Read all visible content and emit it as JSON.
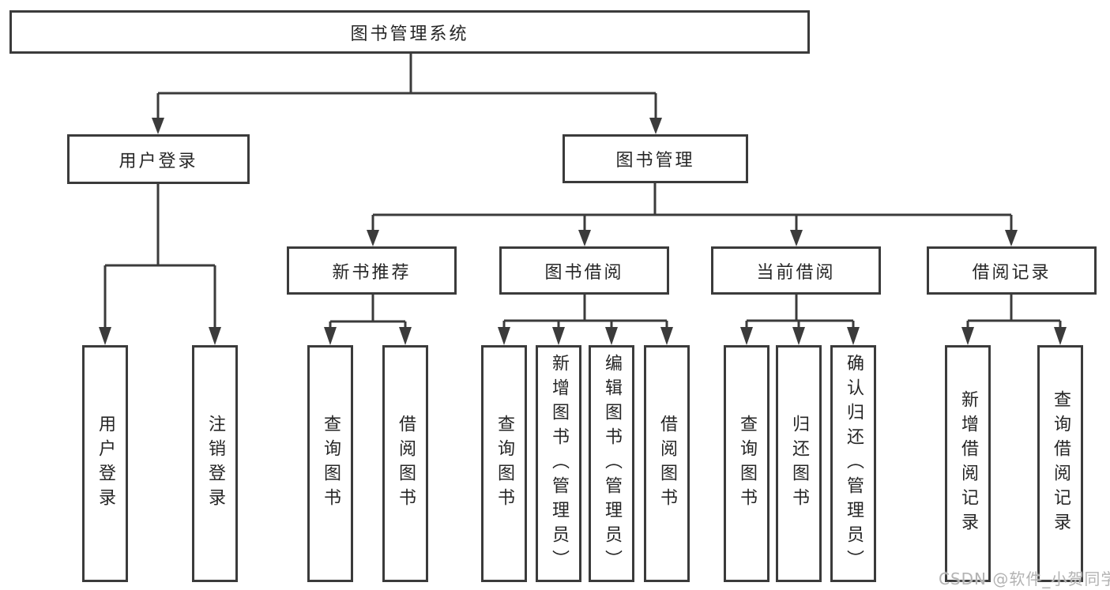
{
  "tree": {
    "root": "图书管理系统",
    "branches": [
      {
        "label": "用户登录",
        "leaves": [
          "用户登录",
          "注销登录"
        ]
      },
      {
        "label": "图书管理",
        "groups": [
          {
            "label": "新书推荐",
            "leaves": [
              "查询图书",
              "借阅图书"
            ]
          },
          {
            "label": "图书借阅",
            "leaves": [
              "查询图书",
              "新增图书（管理员）",
              "编辑图书（管理员）",
              "借阅图书"
            ]
          },
          {
            "label": "当前借阅",
            "leaves": [
              "查询图书",
              "归还图书",
              "确认归还（管理员）"
            ]
          },
          {
            "label": "借阅记录",
            "leaves": [
              "新增借阅记录",
              "查询借阅记录"
            ]
          }
        ]
      }
    ]
  },
  "watermark": "CSDN @软件_小贺同学",
  "colors": {
    "line": "#3b3b3b",
    "text": "#262626",
    "watermark": "#b3b3b3",
    "background": "#ffffff"
  }
}
